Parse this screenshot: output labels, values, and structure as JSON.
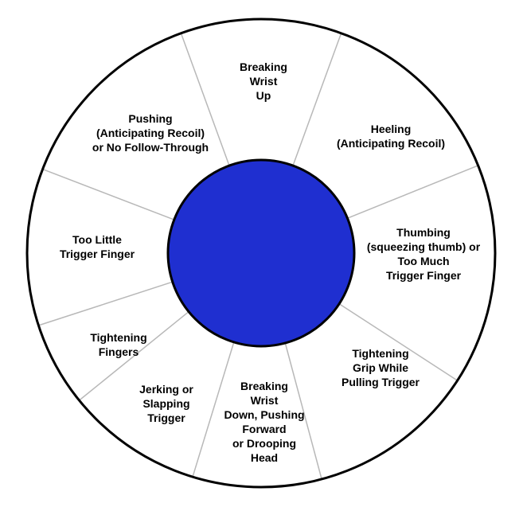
{
  "diagram": {
    "colors": {
      "background": "#ffffff",
      "outline": "#000000",
      "divider": "#b8b8b8",
      "center_fill": "#1f2fd0"
    },
    "segments": [
      {
        "name": "segment-breaking-wrist-up",
        "lines": [
          "Breaking",
          "Wrist",
          "Up"
        ]
      },
      {
        "name": "segment-heeling",
        "lines": [
          "Heeling",
          "(Anticipating Recoil)"
        ]
      },
      {
        "name": "segment-thumbing",
        "lines": [
          "Thumbing",
          "(squeezing thumb) or",
          "Too Much",
          "Trigger Finger"
        ]
      },
      {
        "name": "segment-tightening-grip",
        "lines": [
          "Tightening",
          "Grip While",
          "Pulling Trigger"
        ]
      },
      {
        "name": "segment-breaking-wrist-down",
        "lines": [
          "Breaking",
          "Wrist",
          "Down, Pushing",
          "Forward",
          "or Drooping",
          "Head"
        ]
      },
      {
        "name": "segment-jerking",
        "lines": [
          "Jerking or",
          "Slapping",
          "Trigger"
        ]
      },
      {
        "name": "segment-tightening-fingers",
        "lines": [
          "Tightening",
          "Fingers"
        ]
      },
      {
        "name": "segment-too-little-trigger-finger",
        "lines": [
          "Too Little",
          "Trigger Finger"
        ]
      },
      {
        "name": "segment-pushing",
        "lines": [
          "Pushing",
          "(Anticipating Recoil)",
          "or No Follow-Through"
        ]
      }
    ]
  }
}
